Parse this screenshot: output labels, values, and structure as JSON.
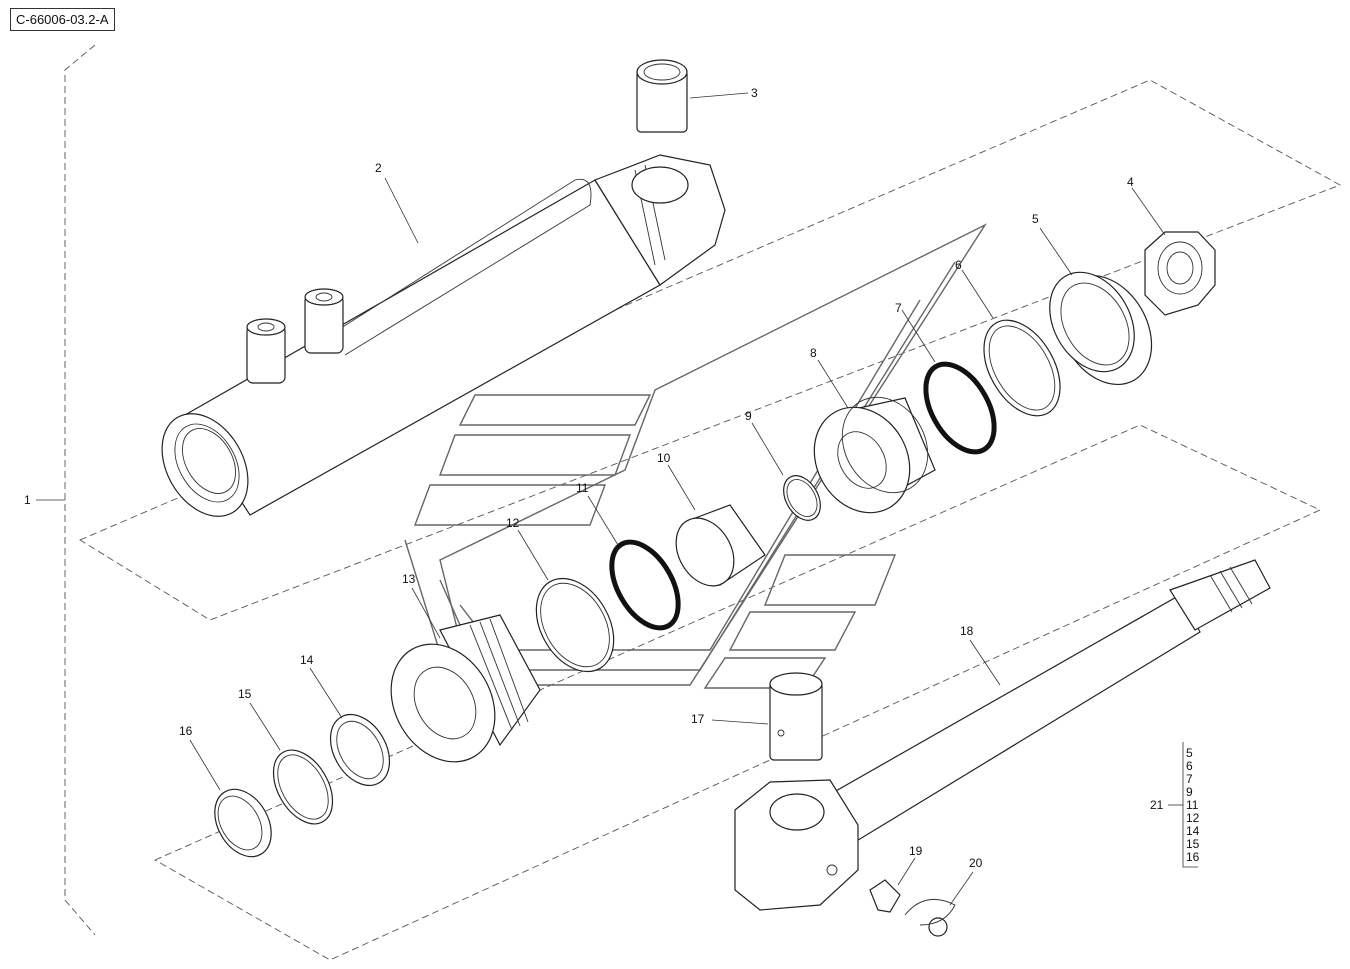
{
  "reference_code": "C-66006-03.2-A",
  "callouts": {
    "c1": "1",
    "c2": "2",
    "c3": "3",
    "c4": "4",
    "c5": "5",
    "c6": "6",
    "c7": "7",
    "c8": "8",
    "c9": "9",
    "c10": "10",
    "c11": "11",
    "c12": "12",
    "c13": "13",
    "c14": "14",
    "c15": "15",
    "c16": "16",
    "c17": "17",
    "c18": "18",
    "c19": "19",
    "c20": "20",
    "c21": "21"
  },
  "kit_items": [
    "5",
    "6",
    "7",
    "9",
    "11",
    "12",
    "14",
    "15",
    "16"
  ]
}
